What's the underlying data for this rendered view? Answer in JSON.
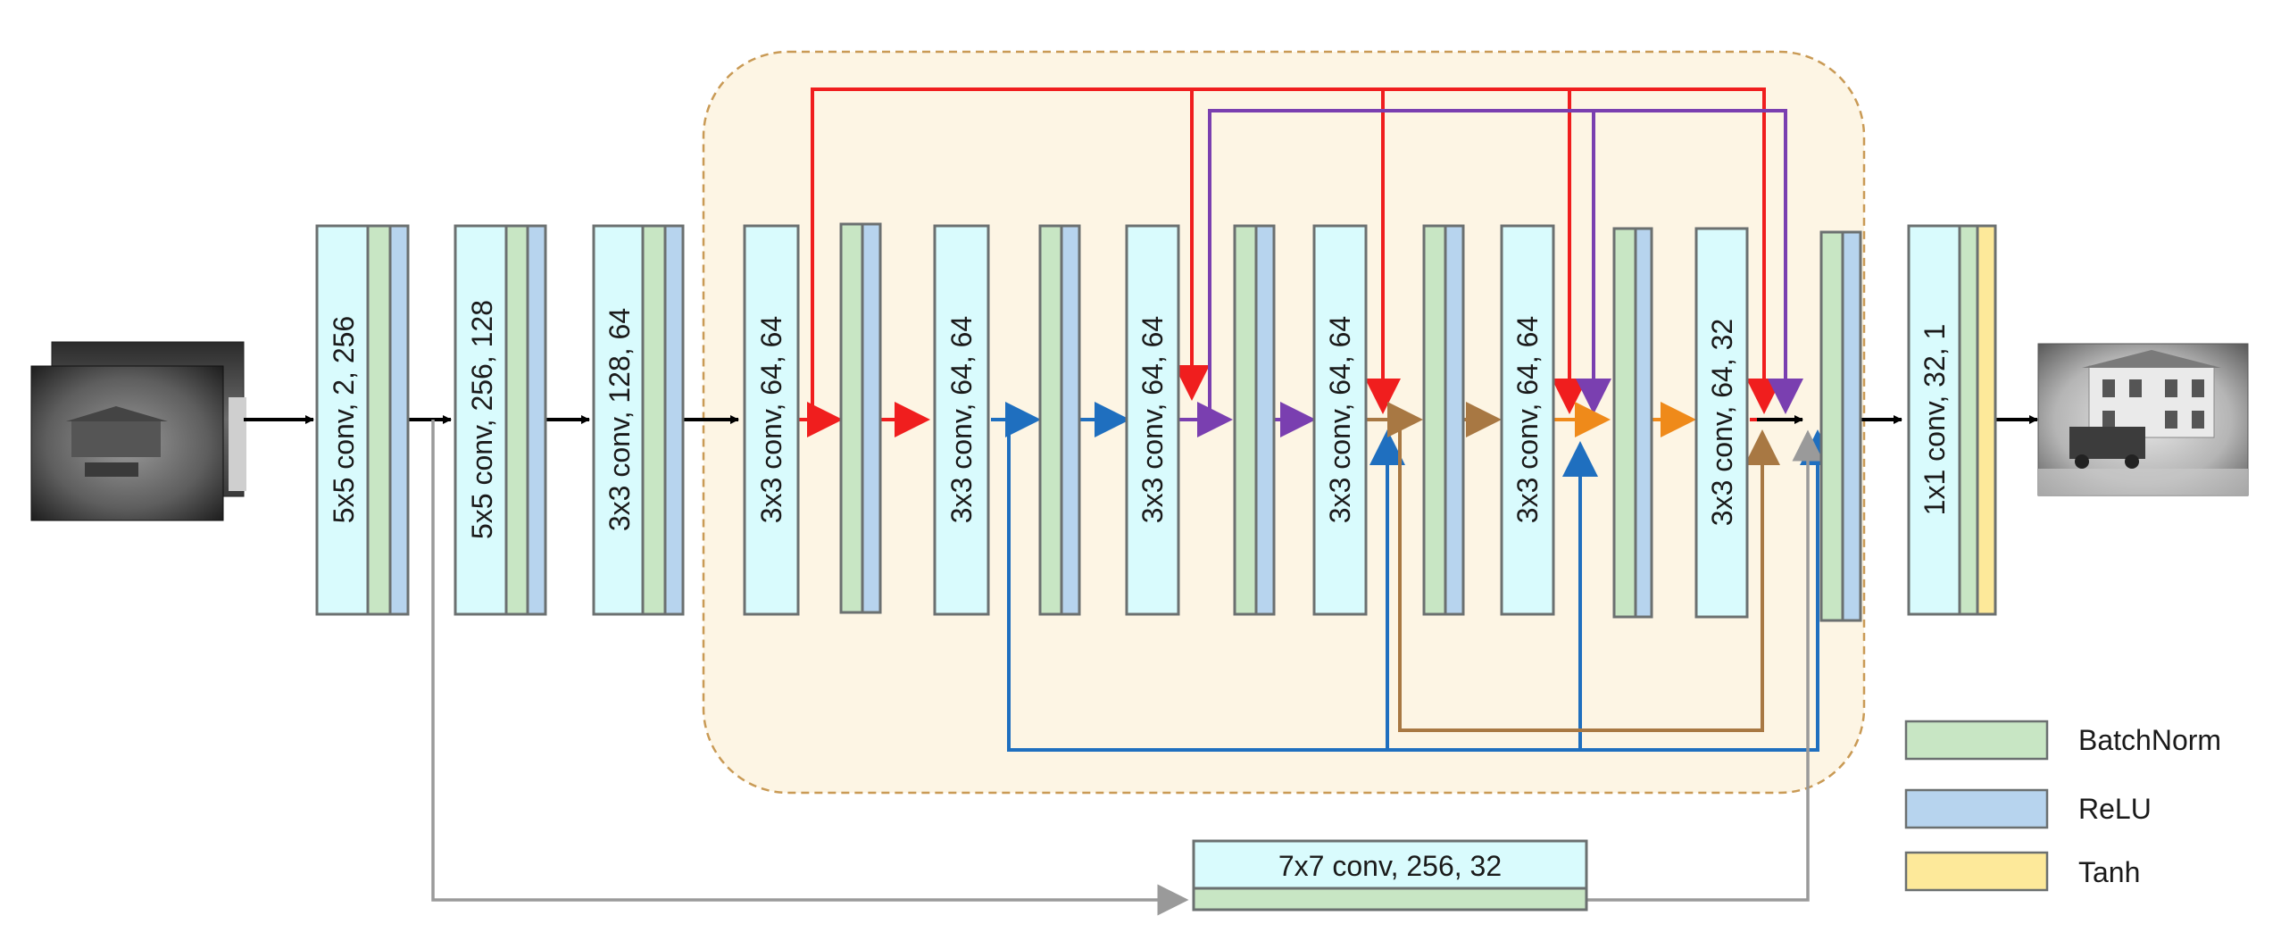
{
  "layers": {
    "l1": "5x5 conv, 2, 256",
    "l2": "5x5 conv, 256, 128",
    "l3": "3x3 conv, 128, 64",
    "l4": "3x3 conv, 64, 64",
    "l5": "3x3 conv, 64, 64",
    "l6": "3x3 conv, 64, 64",
    "l7": "3x3 conv, 64, 64",
    "l8": "3x3 conv, 64, 64",
    "l9": "3x3 conv, 64, 32",
    "l10": "1x1 conv, 32, 1",
    "skip": "7x7 conv, 256, 32"
  },
  "legend": {
    "batchnorm": "BatchNorm",
    "relu": "ReLU",
    "tanh": "Tanh"
  },
  "colors": {
    "conv_fill": "#d9fbfd",
    "batchnorm": "#c8e6c4",
    "relu": "#b7d4ee",
    "tanh": "#fde99a",
    "block_bg": "#fdf5e4",
    "block_border": "#c99a55",
    "red": "#f01e1e",
    "blue": "#1f6fbf",
    "purple": "#7a3fb0",
    "brown": "#a87843",
    "orange": "#ef8a1a",
    "gray": "#9a9a9a"
  },
  "icons": [
    "input-images",
    "output-image"
  ]
}
